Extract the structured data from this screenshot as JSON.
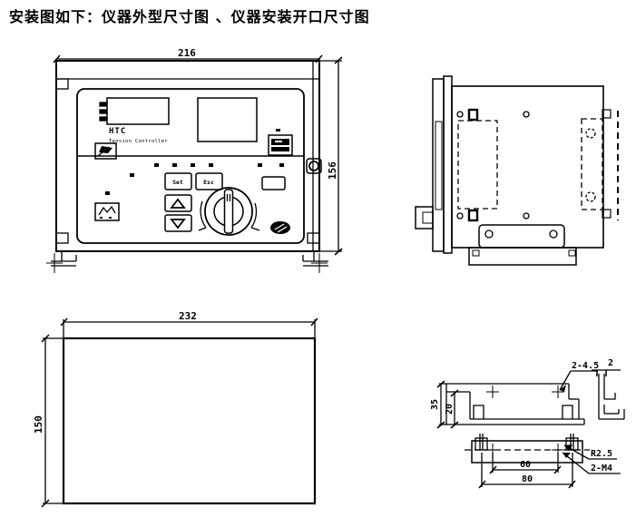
{
  "page": {
    "title": "安装图如下：仪器外型尺寸图 、仪器安装开口尺寸图"
  },
  "front_view": {
    "width_dim": "216",
    "height_dim": "156",
    "brand": "HTC",
    "brand_subtitle": "Tension Controller",
    "set_label": "Set",
    "esc_label": "Esc"
  },
  "opening_view": {
    "width_dim": "232",
    "height_dim": "150"
  },
  "bracket_front_detail": {
    "holes_label": "2-4.5",
    "height_dim": "35",
    "hook_height_dim": "20",
    "thickness_dim": "2"
  },
  "bracket_top_detail": {
    "hole_pitch_dim": "60",
    "width_dim": "80",
    "radius_label": "R2.5",
    "thread_label": "2-M4"
  }
}
